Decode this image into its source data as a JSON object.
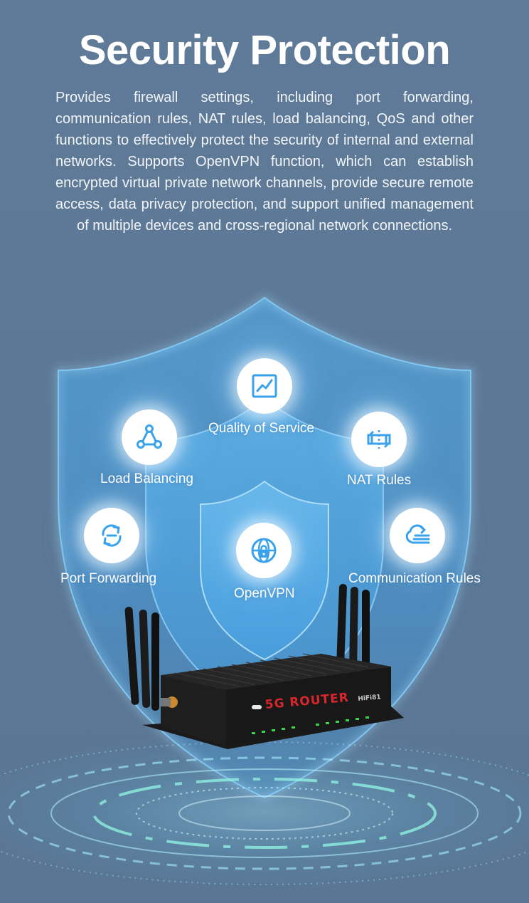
{
  "header": {
    "title": "Security Protection",
    "description": "Provides firewall settings, including port forwarding, communication rules, NAT rules, load balancing, QoS and other functions to effectively protect the security of internal and external networks. Supports OpenVPN function, which can establish encrypted virtual private network channels, provide secure remote access, data privacy protection, and support unified management of multiple devices and cross-regional network connections."
  },
  "features": {
    "qos": {
      "label": "Quality of Service",
      "icon": "line-chart-icon"
    },
    "load_balancing": {
      "label": "Load Balancing",
      "icon": "network-nodes-icon"
    },
    "nat_rules": {
      "label": "NAT Rules",
      "icon": "nat-arrows-icon"
    },
    "port_forwarding": {
      "label": "Port Forwarding",
      "icon": "forward-arrows-icon"
    },
    "openvpn": {
      "label": "OpenVPN",
      "icon": "globe-lock-icon"
    },
    "communication_rules": {
      "label": "Communication Rules",
      "icon": "cloud-sync-icon"
    }
  },
  "router": {
    "brand": "5G ROUTER",
    "model": "HiFi81"
  },
  "colors": {
    "background": "#5e7a97",
    "shield_blue": "#3fa6ef",
    "icon_blue": "#3aa2ea",
    "brand_red": "#d8262c"
  }
}
